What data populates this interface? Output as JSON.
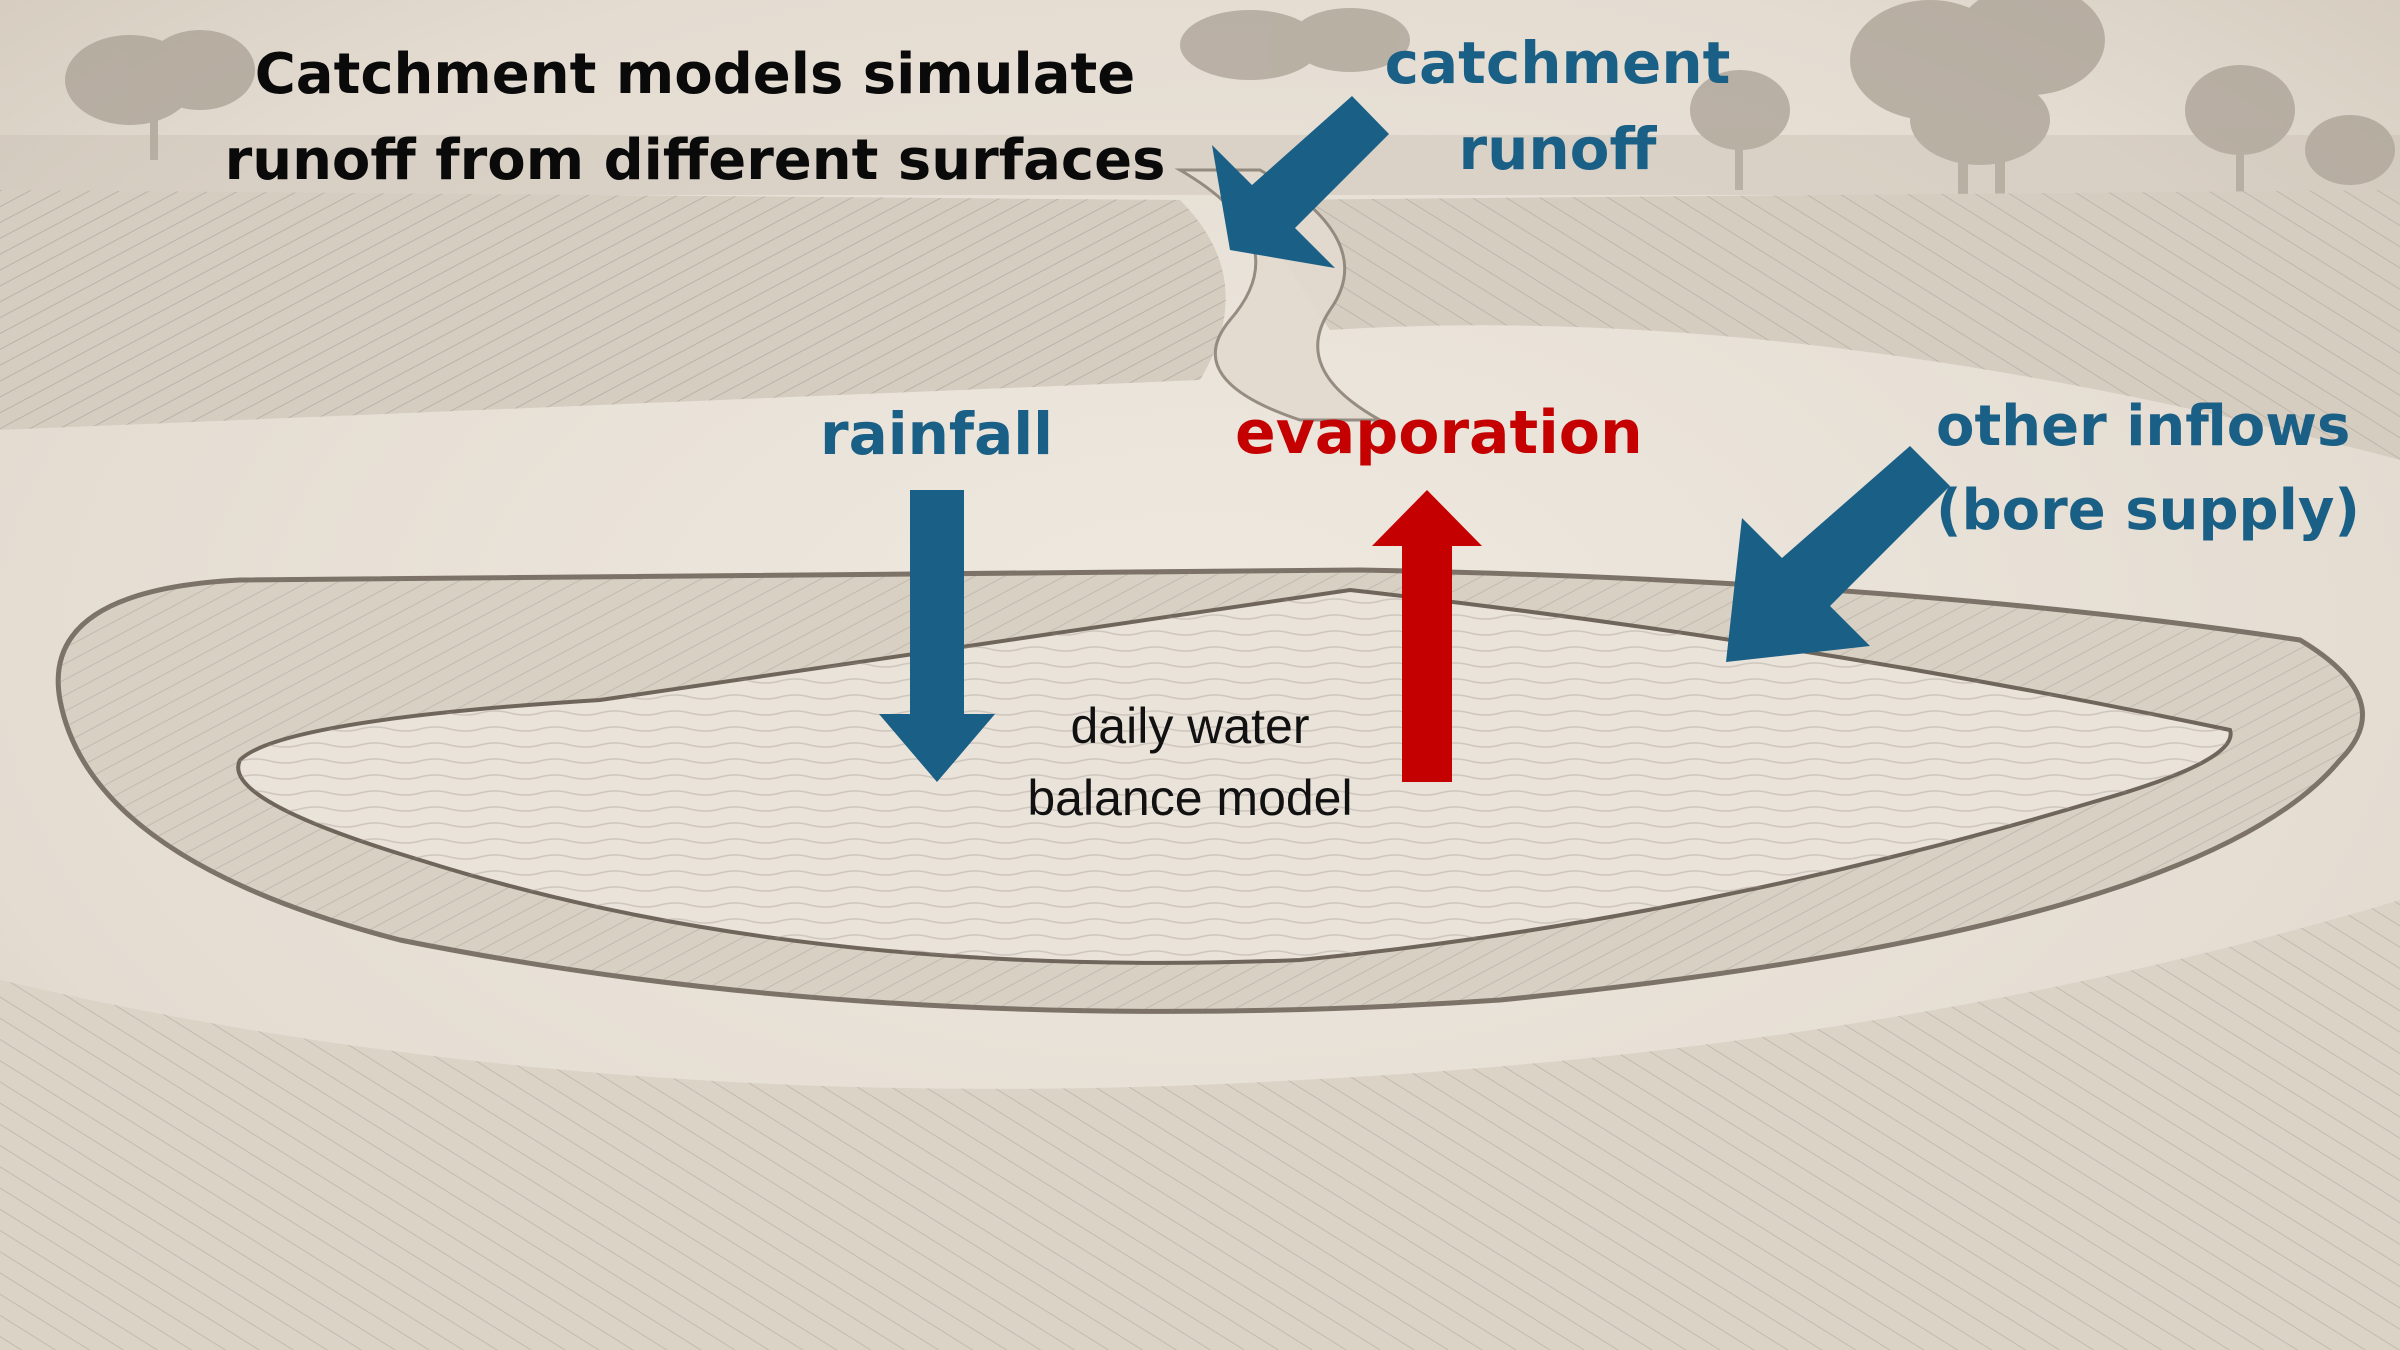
{
  "title": {
    "line1": "Catchment models simulate",
    "line2": "runoff from different surfaces"
  },
  "labels": {
    "catchment_runoff": {
      "line1": "catchment",
      "line2": "runoff"
    },
    "rainfall": "rainfall",
    "evaporation": "evaporation",
    "other_inflows": {
      "line1": "other inflows",
      "line2": "(bore supply)"
    },
    "center": {
      "line1": "daily water",
      "line2": "balance model"
    }
  },
  "colors": {
    "inflow_blue": "#1a5f85",
    "evaporation_red": "#c40000",
    "title_black": "#0a0a0a",
    "paper": "#e8e1d7",
    "pencil": "#6f655b"
  },
  "icons": {
    "catchment_runoff_arrow": "arrow-down-left-icon",
    "rainfall_arrow": "arrow-down-icon",
    "evaporation_arrow": "arrow-up-icon",
    "other_inflows_arrow": "arrow-down-left-icon"
  }
}
